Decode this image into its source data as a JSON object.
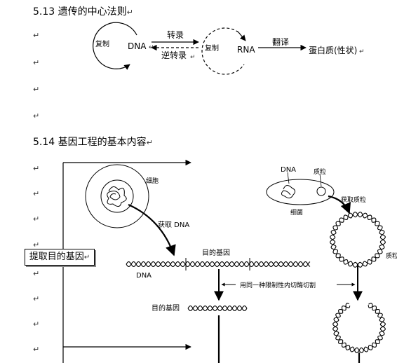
{
  "section_513": {
    "heading": "5.13 遗传的中心法则",
    "diagram": {
      "replication_left": "复制",
      "dna": "DNA",
      "transcription": "转录",
      "reverse_transcription": "逆转录",
      "replication_right": "复制",
      "rna": "RNA",
      "translation": "翻译",
      "protein": "蛋白质(性状)"
    }
  },
  "section_514": {
    "heading": "5.14 基因工程的基本内容",
    "diagram": {
      "box_label": "提取目的基因",
      "cell": "细胞",
      "extract_dna": "获取 DNA",
      "target_gene_top": "目的基因",
      "dna_strand": "DNA",
      "enzyme_cut": "用同一种限制性内切酶切割",
      "target_gene_left": "目的基因",
      "bacterium_dna": "DNA",
      "plasmid": "质粒",
      "bacterium": "细菌",
      "extract_plasmid": "获取质粒",
      "plasmid_right": "质粒"
    }
  },
  "para_mark": "↵"
}
